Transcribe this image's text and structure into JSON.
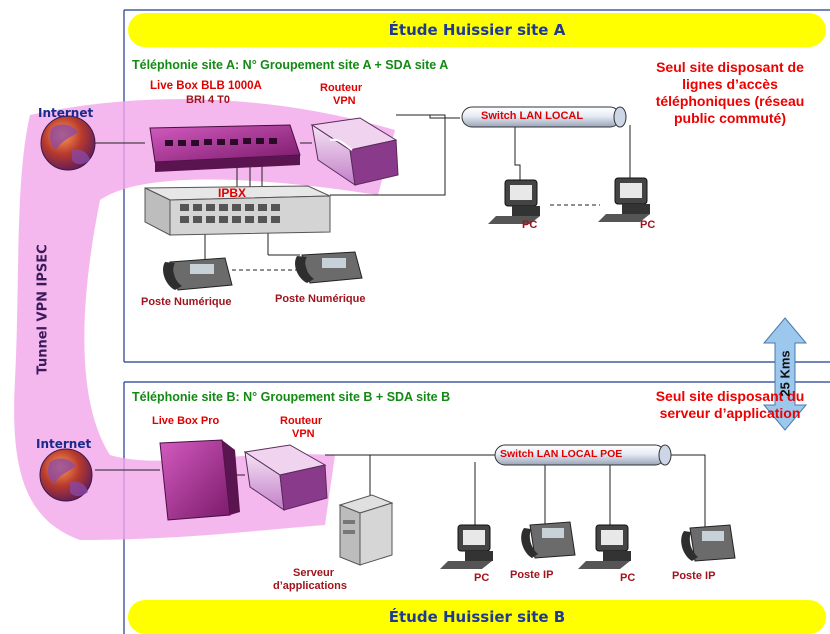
{
  "site_a": {
    "banner": "Étude Huissier site A",
    "header": "Téléphonie site A:  N° Groupement site A + SDA site A",
    "livebox_line1": "Live Box BLB 1000A",
    "livebox_line2": "BRI 4 T0",
    "router_line1": "Routeur",
    "router_line2": "VPN",
    "switch": "Switch  LAN LOCAL",
    "ipbx": "IPBX",
    "pc1": "PC",
    "pc2": "PC",
    "phone1": "Poste Numérique",
    "phone2": "Poste Numérique",
    "note_line1": "Seul site disposant de",
    "note_line2": "lignes d’accès",
    "note_line3": "téléphoniques (réseau",
    "note_line4": "public commuté)"
  },
  "site_b": {
    "banner": "Étude Huissier site B",
    "header": "Téléphonie site B:  N° Groupement site B + SDA site B",
    "livebox": "Live Box Pro",
    "router_line1": "Routeur",
    "router_line2": "VPN",
    "switch": "Switch  LAN LOCAL POE",
    "server_line1": "Serveur",
    "server_line2": "d’applications",
    "pc1": "PC",
    "pc2": "PC",
    "phone1": "Poste  IP",
    "phone2": "Poste  IP",
    "note_line1": "Seul site disposant du",
    "note_line2": "serveur d’application"
  },
  "internet_a": "Internet",
  "internet_b": "Internet",
  "tunnel": "Tunnel VPN IPSEC",
  "distance": "25 Kms",
  "colors": {
    "banner": "#ffff00",
    "banner_text": "#1f3a93",
    "header_text": "#138a13",
    "note_text": "#ee0000",
    "tunnel_fill": "#f2a6ea",
    "distance_arrow": "#9cc8ee",
    "frame_line": "#1f3a93"
  }
}
